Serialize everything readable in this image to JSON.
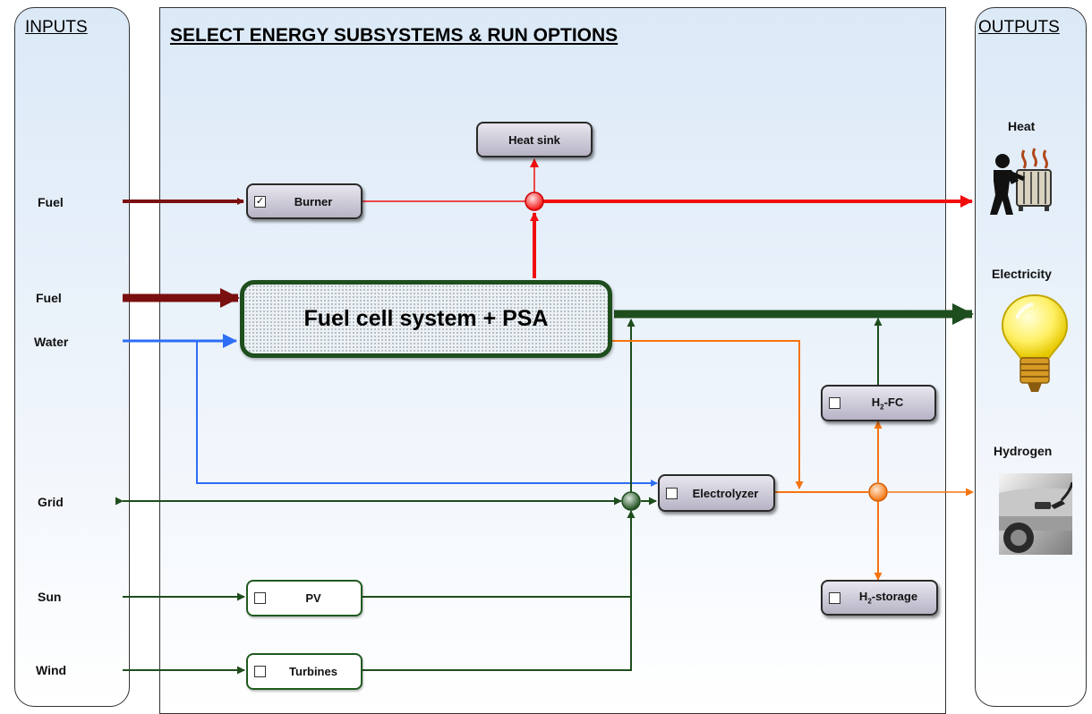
{
  "inputs": {
    "title": "INPUTS",
    "items": [
      "Fuel",
      "Fuel",
      "Water",
      "Grid",
      "Sun",
      "Wind"
    ]
  },
  "center": {
    "title": "SELECT ENERGY SUBSYSTEMS & RUN OPTIONS"
  },
  "outputs": {
    "title": "OUTPUTS",
    "items": [
      "Heat",
      "Electricity",
      "Hydrogen"
    ]
  },
  "subsystems": {
    "heat_sink": "Heat sink",
    "burner": {
      "label": "Burner",
      "checked": true
    },
    "fuel_cell": "Fuel cell system + PSA",
    "electrolyzer": {
      "label": "Electrolyzer",
      "checked": false
    },
    "h2fc": {
      "label_prefix": "H",
      "label_sub": "2",
      "label_suffix": "-FC",
      "checked": false
    },
    "h2storage": {
      "label_prefix": "H",
      "label_sub": "2",
      "label_suffix": "-storage",
      "checked": false
    },
    "pv": {
      "label": "PV",
      "checked": false
    },
    "turbines": {
      "label": "Turbines",
      "checked": false
    }
  },
  "checkmark_glyph": "✓",
  "colors": {
    "fuel_flow": "#7a0f0f",
    "heat_flow": "#f20d0d",
    "electric_flow": "#1e4d1e",
    "water_flow": "#2e6ef5",
    "hydrogen_flow": "#f57410"
  },
  "icons": [
    "radiator-person-icon",
    "light-bulb-icon",
    "hydrogen-car-fueling-icon"
  ]
}
